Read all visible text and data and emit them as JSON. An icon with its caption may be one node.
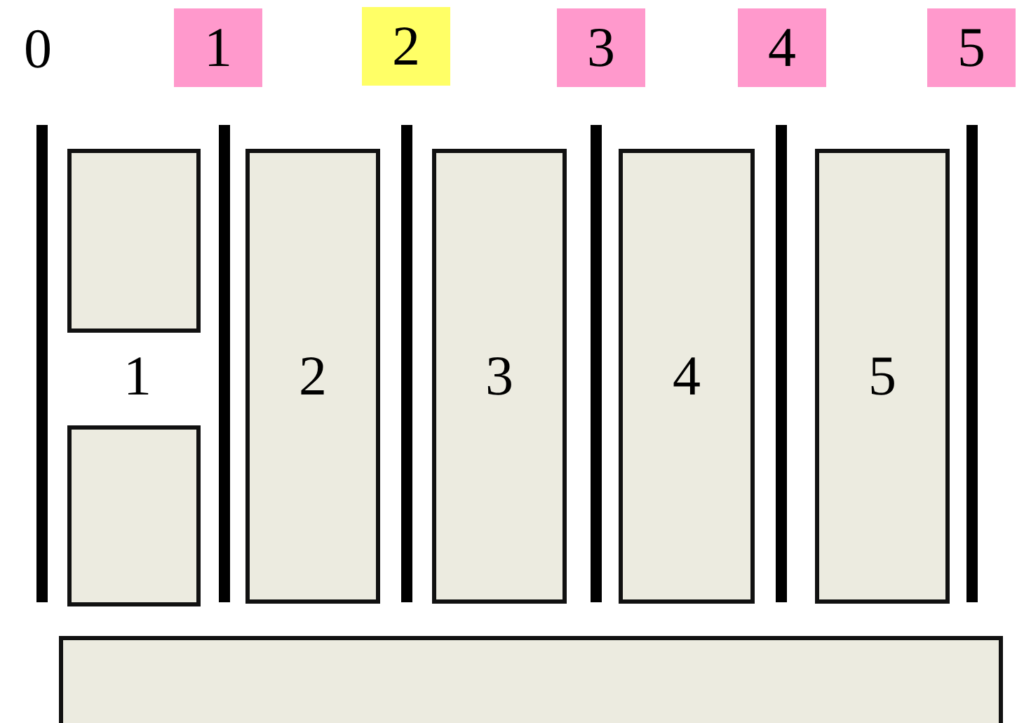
{
  "diagram": {
    "nodes": [
      {
        "text": [],
        "shape": "box"
      },
      {
        "text": [],
        "shape": "box"
      },
      {
        "text": [
          "2"
        ]
      },
      {
        "text": [
          "3"
        ]
      },
      {
        "text": [
          "4"
        ]
      },
      {
        "text": [
          "5"
        ]
      },
      {
        "text": [],
        "shape": "bar"
      }
    ],
    "labels": [
      "0",
      "1",
      "2",
      "3",
      "4",
      "5",
      "1"
    ]
  }
}
